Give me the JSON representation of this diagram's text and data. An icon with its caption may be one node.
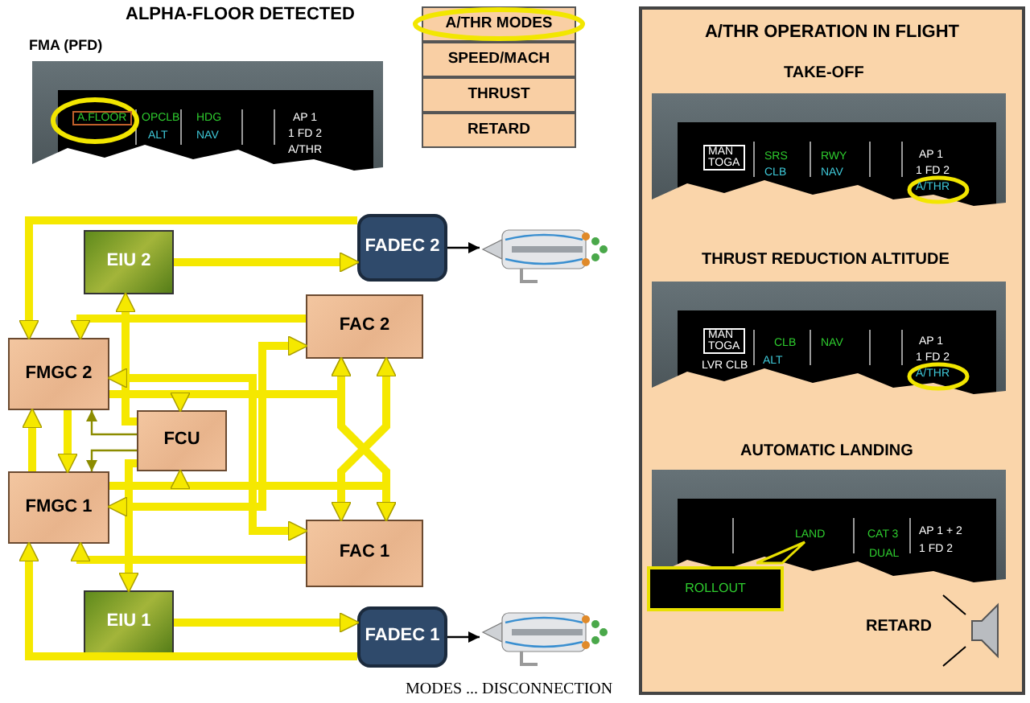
{
  "diagram": {
    "nodes": [
      {
        "text": [
          "EIU 2"
        ]
      },
      {
        "text": [
          "FADEC 2"
        ]
      },
      {
        "text": [],
        "shape": "picture"
      },
      {
        "text": [
          "FMGC 2"
        ]
      },
      {
        "text": [
          "FAC 2"
        ]
      },
      {
        "text": [
          "FCU"
        ]
      },
      {
        "text": [
          "FMGC 1"
        ]
      },
      {
        "text": [
          "FAC 1"
        ]
      },
      {
        "text": [
          "EIU 1"
        ]
      },
      {
        "text": [
          "FADEC 1"
        ]
      },
      {
        "text": [],
        "shape": "picture"
      },
      {
        "text": [
          "A/THR OPERATION IN FLIGHT"
        ]
      },
      {
        "text": [
          "A/THR MODES"
        ]
      },
      {
        "text": [
          "SPEED/MACH"
        ]
      },
      {
        "text": [
          "THRUST"
        ]
      },
      {
        "text": [
          "RETARD"
        ]
      },
      {
        "text": [
          "ROLLOUT"
        ],
        "in": 11
      }
    ],
    "edges": [
      {
        "from": 1,
        "to": 3,
        "arrow": "to"
      },
      {
        "from": 0,
        "to": 1,
        "arrow": "to"
      },
      {
        "from": 1,
        "to": 2,
        "arrow": "to",
        "color": "#000000"
      },
      {
        "from": 4,
        "to": 3,
        "arrow": "to"
      },
      {
        "from": 7,
        "to": 6,
        "arrow": "to"
      },
      {
        "from": 5,
        "to": 0,
        "arrow": "to"
      },
      {
        "from": 5,
        "to": 8,
        "arrow": "to"
      },
      {
        "from": 3,
        "to": 7,
        "arrow": "both"
      },
      {
        "from": 6,
        "to": 4,
        "arrow": "both"
      },
      {
        "from": 4,
        "to": 7,
        "arrow": "both"
      },
      {
        "from": 4,
        "to": 7,
        "arrow": "both"
      },
      {
        "from": 3,
        "to": 4,
        "arrow": "to"
      },
      {
        "from": 6,
        "to": 7,
        "arrow": "to"
      },
      {
        "from": 3,
        "to": 5,
        "arrow": "to"
      },
      {
        "from": 6,
        "to": 5,
        "arrow": "to"
      },
      {
        "from": 3,
        "to": 6,
        "arrow": "to"
      },
      {
        "from": 6,
        "to": 3,
        "arrow": "to"
      },
      {
        "from": 9,
        "to": 6,
        "arrow": "to"
      },
      {
        "from": 8,
        "to": 9,
        "arrow": "to"
      },
      {
        "from": 9,
        "to": 10,
        "arrow": "to",
        "color": "#000000"
      },
      {
        "from": 5,
        "to": 3,
        "arrow": "to",
        "color": "#8c8c00"
      },
      {
        "from": 5,
        "to": 6,
        "arrow": "to",
        "color": "#8c8c00"
      }
    ],
    "labels": [
      "ALPHA-FLOOR DETECTED",
      "FMA (PFD)",
      "A.FLOOR",
      "OPCLB",
      "ALT",
      "HDG",
      "NAV",
      "AP 1",
      "1 FD 2",
      "A/THR",
      "TAKE-OFF",
      "MAN TOGA",
      "SRS",
      "CLB",
      "RWY",
      "NAV",
      "AP 1",
      "1 FD 2",
      "A/THR",
      "THRUST REDUCTION ALTITUDE",
      "MAN TOGA",
      "LVR CLB",
      "CLB",
      "ALT",
      "NAV",
      "AP 1",
      "1 FD 2",
      "A/THR",
      "AUTOMATIC LANDING",
      "LAND",
      "CAT 3",
      "DUAL",
      "AP 1 + 2",
      "1 FD 2",
      "RETARD",
      "MODES ... DISCONNECTION"
    ]
  }
}
